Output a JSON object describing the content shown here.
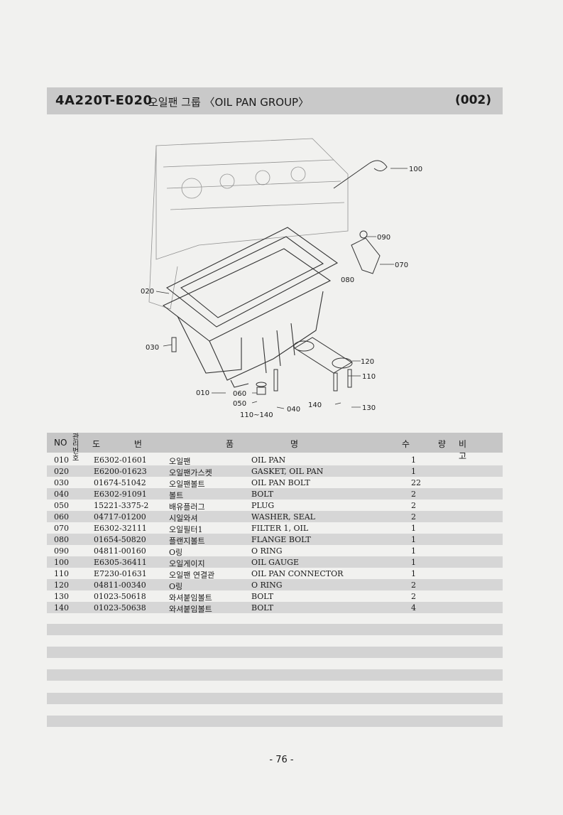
{
  "header": {
    "code": "4A220T-E020",
    "title": "오일팬 그룹 〈OIL PAN GROUP〉",
    "number": "(002)"
  },
  "diagram": {
    "callouts": [
      "100",
      "090",
      "070",
      "080",
      "020",
      "030",
      "120",
      "110",
      "010",
      "060",
      "050",
      "110~140",
      "040",
      "140",
      "130"
    ]
  },
  "table": {
    "headers": {
      "no": "NO",
      "mgmt": "관리번호",
      "drawing": "도 번",
      "name_kr": "품",
      "name_en": "명",
      "qty": "수 량",
      "remark": "비 고"
    },
    "rows": [
      {
        "no": "010",
        "part": "E6302-01601",
        "kr": "오일팬",
        "en": "OIL PAN",
        "qty": "1"
      },
      {
        "no": "020",
        "part": "E6200-01623",
        "kr": "오일팬가스켓",
        "en": "GASKET, OIL PAN",
        "qty": "1"
      },
      {
        "no": "030",
        "part": "01674-51042",
        "kr": "오일팬볼트",
        "en": "OIL PAN BOLT",
        "qty": "22"
      },
      {
        "no": "040",
        "part": "E6302-91091",
        "kr": "볼트",
        "en": "BOLT",
        "qty": "2"
      },
      {
        "no": "050",
        "part": "15221-3375-2",
        "kr": "배유플러그",
        "en": "PLUG",
        "qty": "2"
      },
      {
        "no": "060",
        "part": "04717-01200",
        "kr": "시일와셔",
        "en": "WASHER, SEAL",
        "qty": "2"
      },
      {
        "no": "070",
        "part": "E6302-32111",
        "kr": "오일필터1",
        "en": "FILTER 1, OIL",
        "qty": "1"
      },
      {
        "no": "080",
        "part": "01654-50820",
        "kr": "플랜지볼트",
        "en": "FLANGE BOLT",
        "qty": "1"
      },
      {
        "no": "090",
        "part": "04811-00160",
        "kr": "O링",
        "en": "O RING",
        "qty": "1"
      },
      {
        "no": "100",
        "part": "E6305-36411",
        "kr": "오일게이지",
        "en": "OIL GAUGE",
        "qty": "1"
      },
      {
        "no": "110",
        "part": "E7230-01631",
        "kr": "오일팬 연결관",
        "en": "OIL PAN CONNECTOR",
        "qty": "1"
      },
      {
        "no": "120",
        "part": "04811-00340",
        "kr": "O링",
        "en": "O RING",
        "qty": "2"
      },
      {
        "no": "130",
        "part": "01023-50618",
        "kr": "와셔붙임볼트",
        "en": "BOLT",
        "qty": "2"
      },
      {
        "no": "140",
        "part": "01023-50638",
        "kr": "와셔붙임볼트",
        "en": "BOLT",
        "qty": "4"
      }
    ]
  },
  "footer": {
    "page": "- 76 -"
  }
}
